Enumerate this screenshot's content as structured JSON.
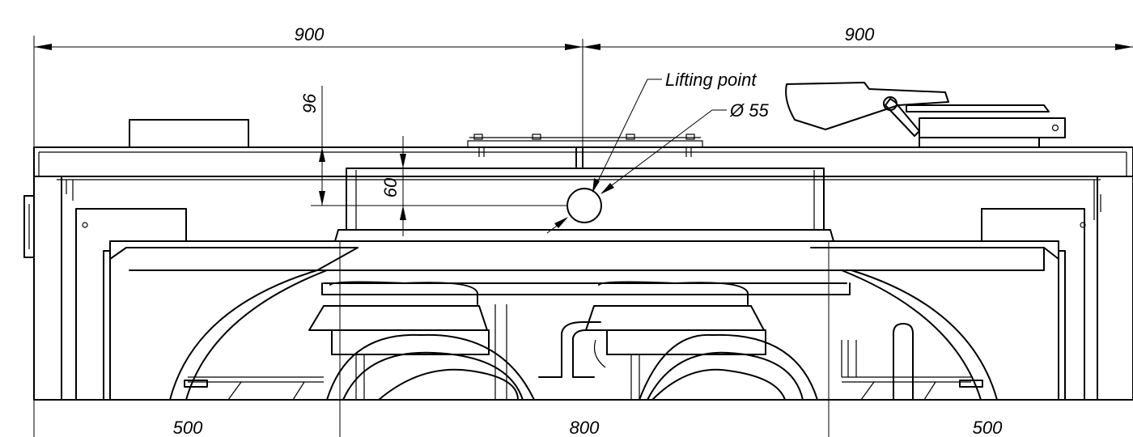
{
  "dimensions": {
    "top_left": "900",
    "top_right": "900",
    "bottom_left": "500",
    "bottom_center": "800",
    "bottom_right": "500",
    "height_96": "96",
    "height_60": "60"
  },
  "callouts": {
    "lifting_point": "Lifting point",
    "diameter": "Ø 55"
  },
  "colors": {
    "line": "#000000",
    "background": "#ffffff"
  }
}
